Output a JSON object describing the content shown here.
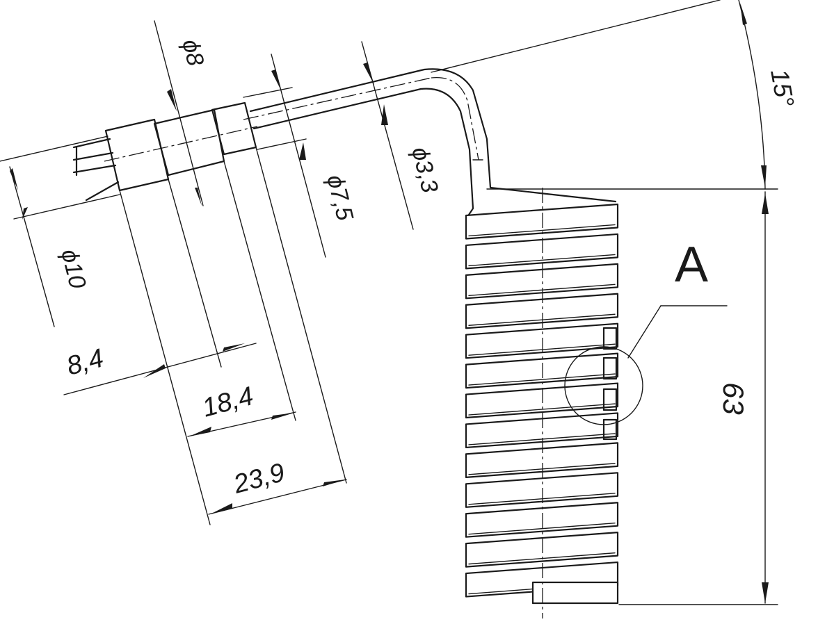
{
  "dimensions": {
    "d8": "ϕ8",
    "d7_5": "ϕ7,5",
    "d3_3": "ϕ3,3",
    "d10": "ϕ10",
    "l8_4": "8,4",
    "l18_4": "18,4",
    "l23_9": "23,9",
    "angle": "15°",
    "height": "63"
  },
  "detail_label": "A",
  "coil": {
    "turns": 13,
    "rod_angle_deg": -15
  }
}
